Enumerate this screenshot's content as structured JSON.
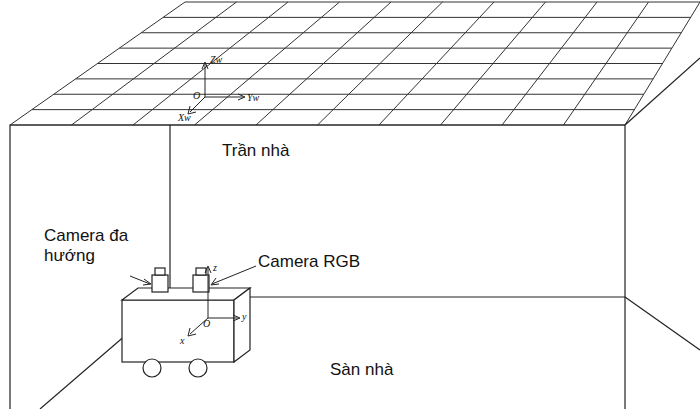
{
  "diagram": {
    "labels": [
      "Trần nhà",
      "Camera đa hướng",
      "Camera RGB",
      "Sàn nhà",
      "Zw",
      "O",
      "Yw",
      "Xw",
      "z",
      "x",
      "O",
      "y"
    ]
  }
}
